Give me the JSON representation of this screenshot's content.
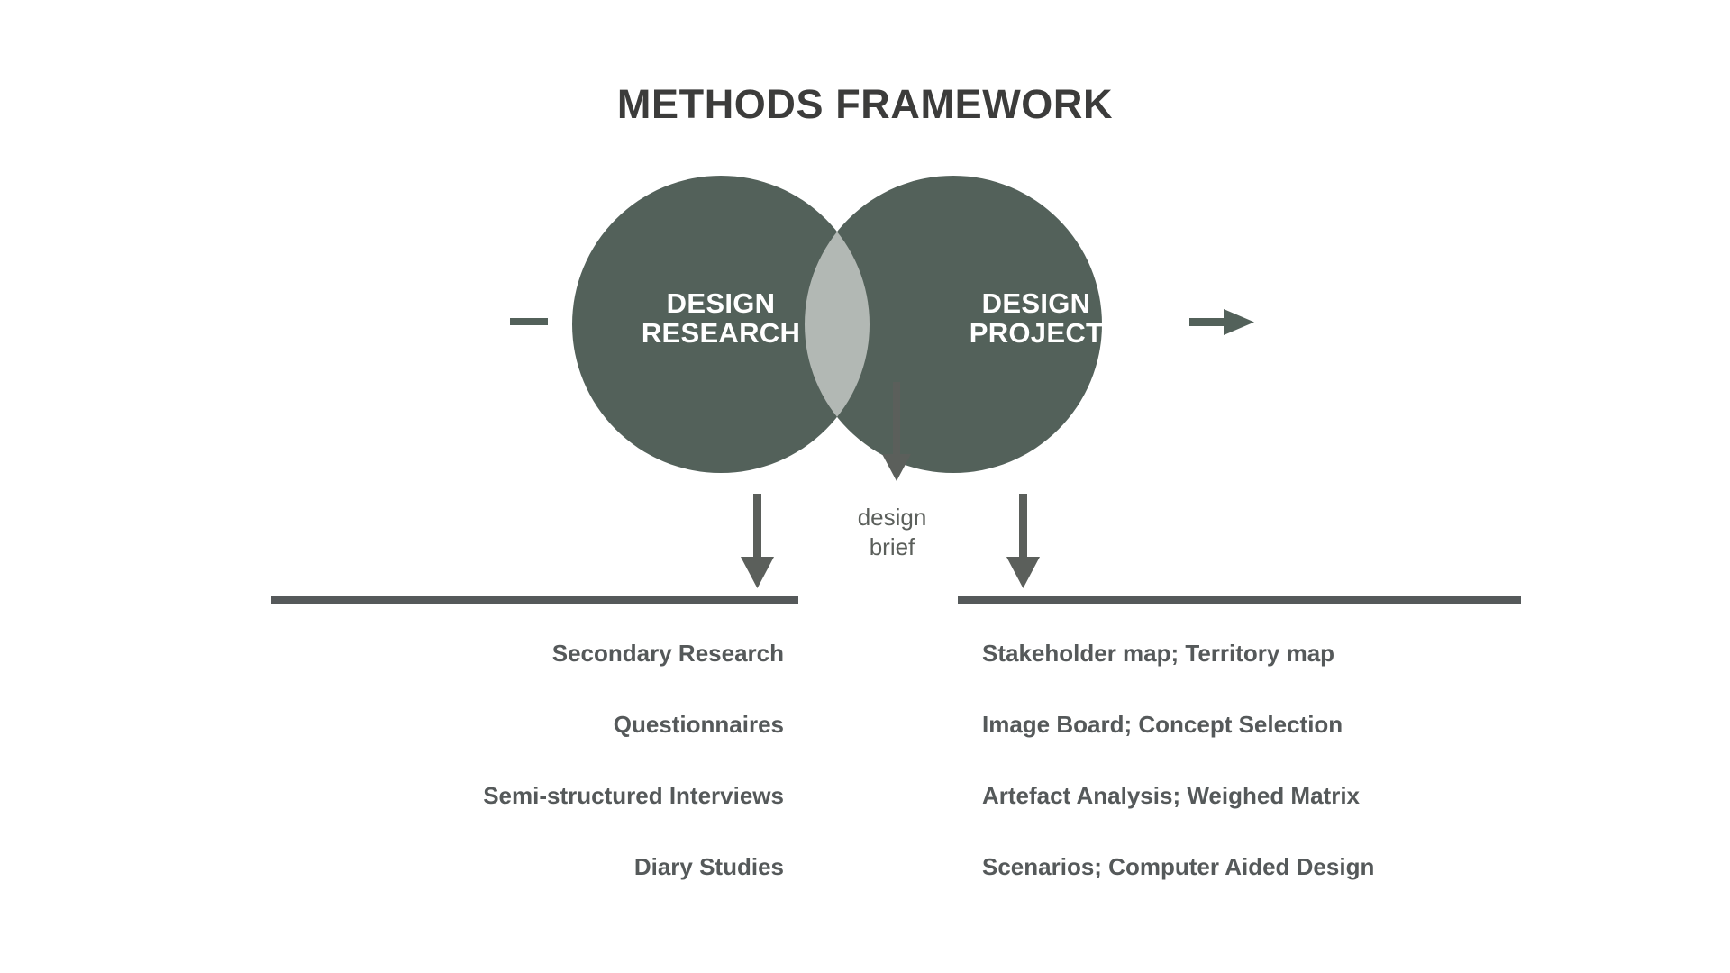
{
  "title": "METHODS FRAMEWORK",
  "colors": {
    "circle_green": "#53615a",
    "overlap_gray": "#b2b8b4",
    "arrow_gray": "#5b5f5b",
    "divider_gray": "#55595a",
    "title_text": "#3c3c3b",
    "body_text": "#55595a",
    "circle_text": "#ffffff",
    "background": "#ffffff"
  },
  "venn": {
    "left_circle": {
      "label": "DESIGN\nRESEARCH"
    },
    "right_circle": {
      "label": "DESIGN\nPROJECT"
    },
    "overlap": {
      "label": ""
    },
    "input_marker": "dash-marker",
    "output_marker": "arrow-right-marker"
  },
  "overlap_caption": "design\nbrief",
  "columns": [
    {
      "side": "left",
      "items": [
        "Secondary Research",
        "Questionnaires",
        "Semi-structured Interviews",
        "Diary Studies"
      ]
    },
    {
      "side": "right",
      "items": [
        "Stakeholder map; Territory map",
        "Image Board; Concept Selection",
        "Artefact Analysis; Weighed Matrix",
        "Scenarios; Computer Aided Design"
      ]
    }
  ],
  "icons": {
    "dash": "dash-icon",
    "arrow_right": "arrow-right-icon",
    "arrow_down_left": "arrow-down-icon",
    "arrow_down_center": "arrow-down-icon",
    "arrow_down_right": "arrow-down-icon"
  }
}
